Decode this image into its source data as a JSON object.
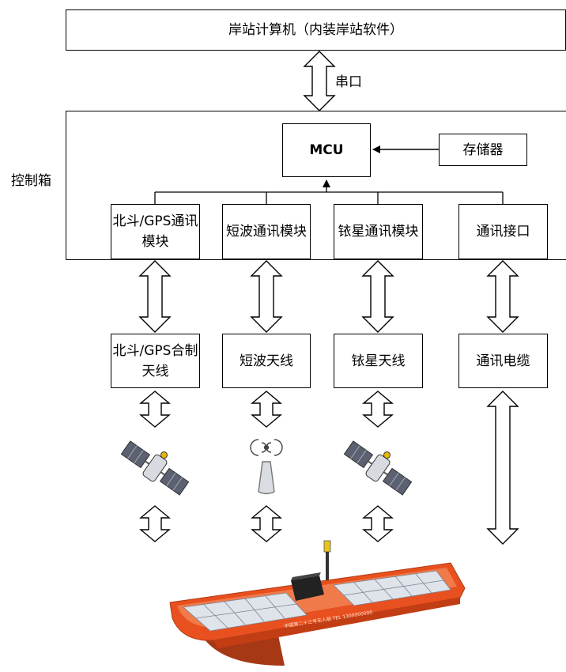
{
  "shore": {
    "title": "岸站计算机（内装岸站软件）"
  },
  "serial_label": "串口",
  "control_box_label": "控制箱",
  "mcu_label": "MCU",
  "storage_label": "存储器",
  "modules": [
    {
      "label": "北斗/GPS通讯模块"
    },
    {
      "label": "短波通讯模块"
    },
    {
      "label": "铱星通讯模块"
    },
    {
      "label": "通讯接口"
    }
  ],
  "antennas": [
    {
      "label": "北斗/GPS合制天线"
    },
    {
      "label": "短波天线"
    },
    {
      "label": "铱星天线"
    },
    {
      "label": "通讯电缆"
    }
  ],
  "boat_hull_text": "中国第二十三号无人船  TEL  1300000000",
  "colors": {
    "line": "#000000",
    "boat_hull": "#e8501f",
    "solar": "#dfe3ea"
  }
}
